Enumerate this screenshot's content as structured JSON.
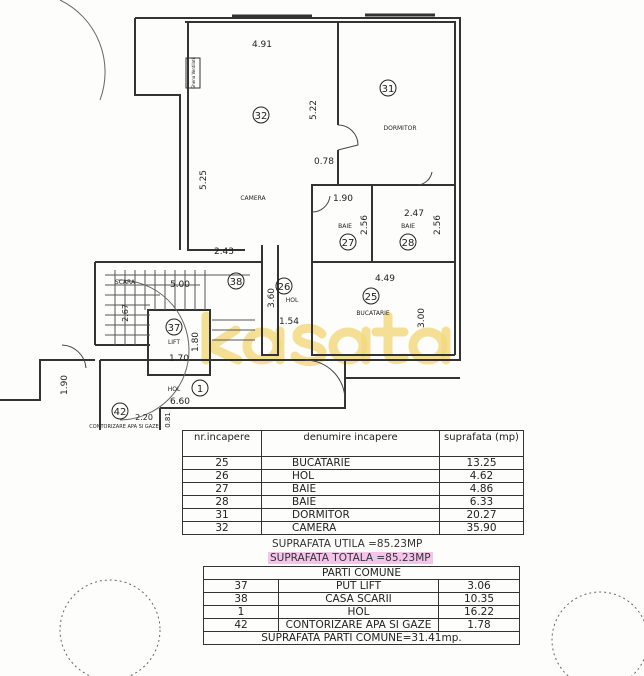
{
  "plan": {
    "rooms": [
      {
        "nr": "32",
        "name": "CAMERA"
      },
      {
        "nr": "31",
        "name": "DORMITOR"
      },
      {
        "nr": "27",
        "name": "BAIE"
      },
      {
        "nr": "28",
        "name": "BAIE"
      },
      {
        "nr": "25",
        "name": "BUCATARIE"
      },
      {
        "nr": "26",
        "name": "HOL"
      },
      {
        "nr": "38",
        "name": "SCARA"
      },
      {
        "nr": "37",
        "name": "LIFT"
      },
      {
        "nr": "1",
        "name": "HOL"
      },
      {
        "nr": "42",
        "name": "CONTORIZARE APA SI GAZE"
      }
    ],
    "dimensions": [
      "4.91",
      "5.22",
      "5.25",
      "0.78",
      "1.90",
      "2.56",
      "2.47",
      "2.56",
      "2.43",
      "4.49",
      "3.00",
      "5.00",
      "3.60",
      "1.54",
      "1.80",
      "1.70",
      "1.90",
      "6.60",
      "2.20",
      "0.81",
      "2.67"
    ],
    "shaft_label": "Ghena Ventilatii",
    "watermark": "kasata",
    "watermark_color": "#f3d77a"
  },
  "table": {
    "headers": [
      "nr.incapere",
      "denumire incapere",
      "suprafata (mp)"
    ],
    "rows": [
      [
        "25",
        "BUCATARIE",
        "13.25"
      ],
      [
        "26",
        "HOL",
        "4.62"
      ],
      [
        "27",
        "BAIE",
        "4.86"
      ],
      [
        "28",
        "BAIE",
        "6.33"
      ],
      [
        "31",
        "DORMITOR",
        "20.27"
      ],
      [
        "32",
        "CAMERA",
        "35.90"
      ]
    ]
  },
  "summary": {
    "utila": "SUPRAFATA UTILA =85.23MP",
    "totala": "SUPRAFATA TOTALA =85.23MP",
    "highlight_color": "#f4c4ea"
  },
  "common": {
    "title": "PARTI COMUNE",
    "rows": [
      [
        "37",
        "PUT LIFT",
        "3.06"
      ],
      [
        "38",
        "CASA SCARII",
        "10.35"
      ],
      [
        "1",
        "HOL",
        "16.22"
      ],
      [
        "42",
        "CONTORIZARE APA SI GAZE",
        "1.78"
      ]
    ],
    "total": "SUPRAFATA PARTI COMUNE=31.41mp."
  }
}
